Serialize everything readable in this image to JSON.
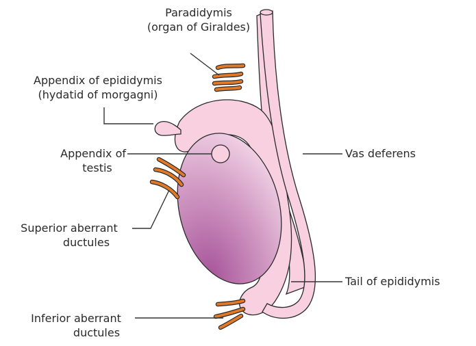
{
  "labels": {
    "paradidymis": {
      "line1": "Paradidymis",
      "line2": "(organ of Giraldes)"
    },
    "appendix_epididymis": {
      "line1": "Appendix of epididymis",
      "line2": "(hydatid of morgagni)"
    },
    "appendix_testis": {
      "line1": "Appendix of",
      "line2": "testis"
    },
    "superior_aberrant": {
      "line1": "Superior aberrant",
      "line2": "ductules"
    },
    "inferior_aberrant": {
      "line1": "Inferior aberrant",
      "line2": "ductules"
    },
    "vas_deferens": "Vas deferens",
    "tail_epididymis": "Tail of epididymis"
  },
  "colors": {
    "epididymis_fill": "#f9d0e0",
    "testis_dark": "#a7559a",
    "testis_light": "#f3d2e6",
    "ductule_orange": "#e07a28",
    "outline": "#2a2a2a",
    "leader_line": "#333333"
  }
}
